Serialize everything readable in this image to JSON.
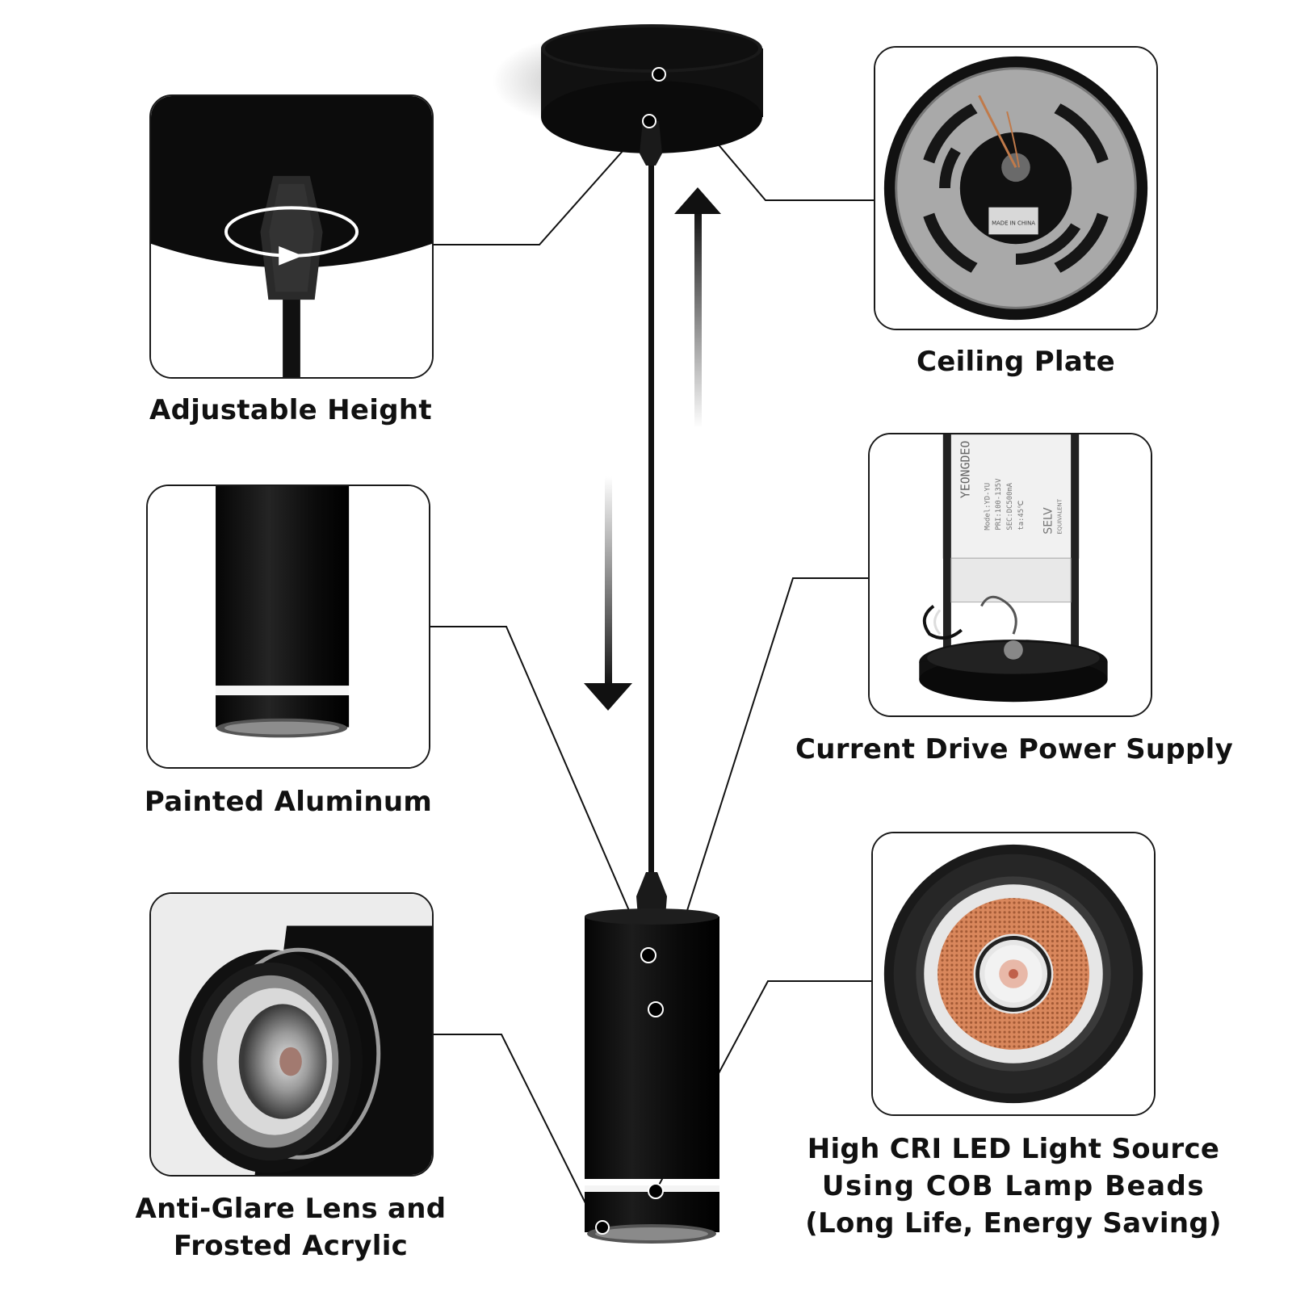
{
  "colors": {
    "fixture": "#0d0d0d",
    "panel_border": "#1a1a1a",
    "caption_text": "#111111",
    "led_orange": "#d9875c",
    "metal_gray": "#9a9a9a"
  },
  "icons": {
    "up_arrow": "up-arrow-icon",
    "down_arrow": "down-arrow-icon",
    "rotate_arrow": "rotate-arrow-icon"
  },
  "features": {
    "adjustable_height": {
      "caption": "Adjustable Height"
    },
    "ceiling_plate": {
      "caption": "Ceiling Plate"
    },
    "painted_aluminum": {
      "caption": "Painted Aluminum"
    },
    "power_supply": {
      "caption": "Current Drive Power Supply"
    },
    "anti_glare": {
      "caption_lines": [
        "Anti-Glare Lens and",
        "Frosted Acrylic"
      ]
    },
    "led_source": {
      "caption_lines": [
        "High CRI LED Light Source",
        "Using COB Lamp Beads",
        "(Long Life, Energy Saving)"
      ]
    }
  },
  "driver_label": {
    "brand": "YEONGDEO",
    "model": "Model:YD-YU",
    "pri": "PRI:100-135V",
    "sec": "SEC:DC500mA",
    "ta": "ta:45℃",
    "selv": "SELV",
    "equivalent": "EQUIVALENT"
  },
  "plate_label": {
    "made_in": "MADE IN CHINA"
  }
}
